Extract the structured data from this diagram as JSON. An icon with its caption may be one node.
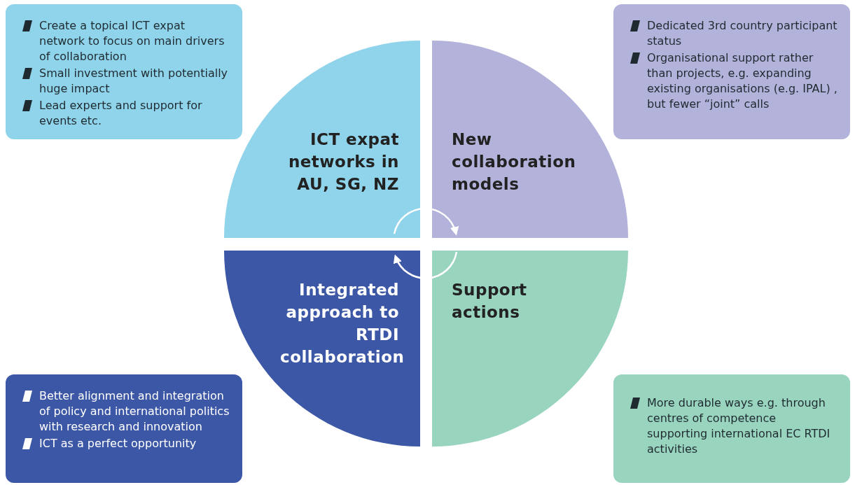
{
  "diagram": {
    "nodes": [
      {
        "text": [
          "Create a topical ICT expat network to focus on main drivers of collaboration",
          "Small investment with potentially huge impact",
          "Lead experts and  support for events etc."
        ]
      },
      {
        "text": [
          "Dedicated 3rd country participant status",
          "Organisational support rather than projects, e.g. expanding existing organisations (e.g. IPAL) , but   fewer “joint” calls"
        ]
      },
      {
        "text": [
          "ICT expat networks in AU, SG, NZ"
        ]
      },
      {
        "text": [
          "New collaboration models"
        ]
      },
      {
        "text": [
          "Integrated approach to RTDI collaboration"
        ]
      },
      {
        "text": [
          "Support actions"
        ]
      },
      {
        "text": [
          "Better alignment and integration of policy and international politics with research and innovation",
          "ICT as a perfect opportunity"
        ]
      },
      {
        "text": [
          "More durable ways e.g. through centres of competence supporting international EC RTDI activities"
        ]
      }
    ],
    "edges": [
      {
        "from": 2,
        "to": 3,
        "arrow": "to"
      },
      {
        "from": 5,
        "to": 4,
        "arrow": "to"
      }
    ]
  }
}
